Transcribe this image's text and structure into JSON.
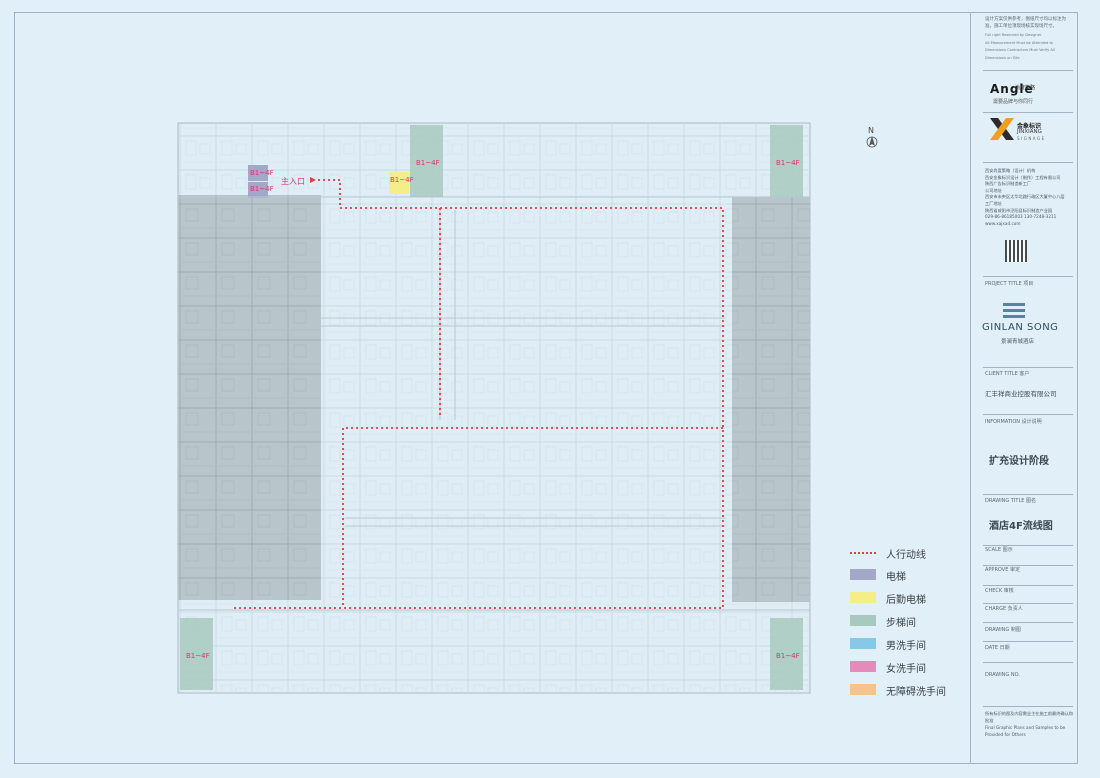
{
  "compass": {
    "label": "N"
  },
  "entrance": {
    "label": "主入口"
  },
  "floor_tag": "B1~4F",
  "legend": [
    {
      "label": "人行动线",
      "kind": "dotted-line",
      "color": "#e53b3b"
    },
    {
      "label": "电梯",
      "kind": "swatch",
      "color": "#a3a8c9"
    },
    {
      "label": "后勤电梯",
      "kind": "swatch",
      "color": "#f3ee8a"
    },
    {
      "label": "步梯间",
      "kind": "swatch",
      "color": "#a8c9bd"
    },
    {
      "label": "男洗手间",
      "kind": "swatch",
      "color": "#85c8e8"
    },
    {
      "label": "女洗手间",
      "kind": "swatch",
      "color": "#e58bbc"
    },
    {
      "label": "无障碍洗手间",
      "kind": "swatch",
      "color": "#f5c38c"
    }
  ],
  "title_block": {
    "notes_cn": "设计方案仅供参考，图纸尺寸均以标注为准，施工单位须现场核实现场尺寸。",
    "notes_en": [
      "Full right Reserved by Designer",
      "All Measurement Must be Attended to",
      "Dimensions Contractors Must Verify All",
      "Dimensions on Site"
    ],
    "logo_angle": "Angle",
    "logo_angle_cn": "尚度策略",
    "logo_angle_slogan": "需要品牌与你同行",
    "logo_jx_cn": "金象标识",
    "logo_jx_en": "JINXIANG",
    "logo_jx_sub": "SIGNAGE",
    "company_lines": [
      "西安尚度策略（设计）机构",
      "西安金象标识设计（制作）工程有限公司",
      "陕西广告标识制造新工厂",
      "公司地址",
      "西安市未央区太华北路行政区大厦中心八层",
      "工厂地址",
      "陕西省咸阳市泾阳县标识制造产业园",
      "029-86-86185003 130-7248-3211",
      "www.xajxad.com"
    ],
    "project_title_label": "PROJECT TITLE 项目",
    "project_logo_en": "GINLAN SONG",
    "project_logo_cn": "景澜青城酒店",
    "client_title_label": "CLIENT TITLE 客户",
    "client_name": "汇丰祥商业控股有限公司",
    "information_label": "INFORMATION 设计说明",
    "information_value": "扩充设计阶段",
    "drawing_title_label": "DRAWING TITLE 图名",
    "drawing_title_value": "酒店4F流线图",
    "scale_label": "SCALE 图示",
    "approve_label": "APPROVE 审定",
    "check_label": "CHECK 审核",
    "charge_label": "CHARGE 负责人",
    "drawing_label": "DRAWING 制图",
    "date_label": "DATE 日期",
    "drawing_no_label": "DRAWING NO.",
    "footer_cn": "所有标识的图及内容需业主在施工前最终确认和批准",
    "footer_en": [
      "Final Graphic Plans and Samples to be",
      "Provided for Others"
    ]
  }
}
